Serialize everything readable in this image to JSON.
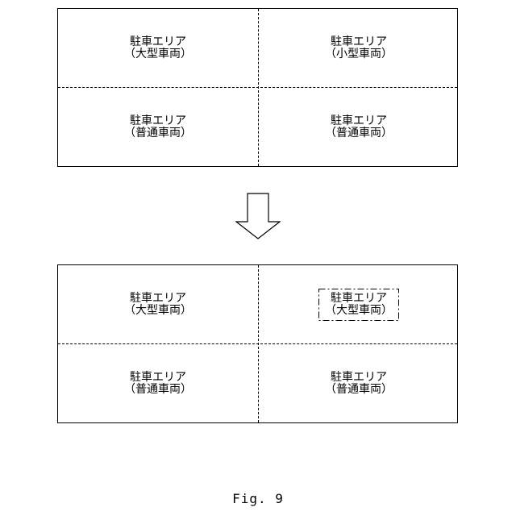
{
  "figure": {
    "caption": "Fig. 9",
    "before": {
      "cells": [
        {
          "line1": "駐車エリア",
          "line2": "（大型車両）"
        },
        {
          "line1": "駐車エリア",
          "line2": "（小型車両）"
        },
        {
          "line1": "駐車エリア",
          "line2": "（普通車両）"
        },
        {
          "line1": "駐車エリア",
          "line2": "（普通車両）"
        }
      ]
    },
    "after": {
      "cells": [
        {
          "line1": "駐車エリア",
          "line2": "（大型車両）"
        },
        {
          "line1": "駐車エリア",
          "line2": "（大型車両）",
          "highlighted": true
        },
        {
          "line1": "駐車エリア",
          "line2": "（普通車両）"
        },
        {
          "line1": "駐車エリア",
          "line2": "（普通車両）"
        }
      ]
    },
    "arrow_direction": "down"
  }
}
